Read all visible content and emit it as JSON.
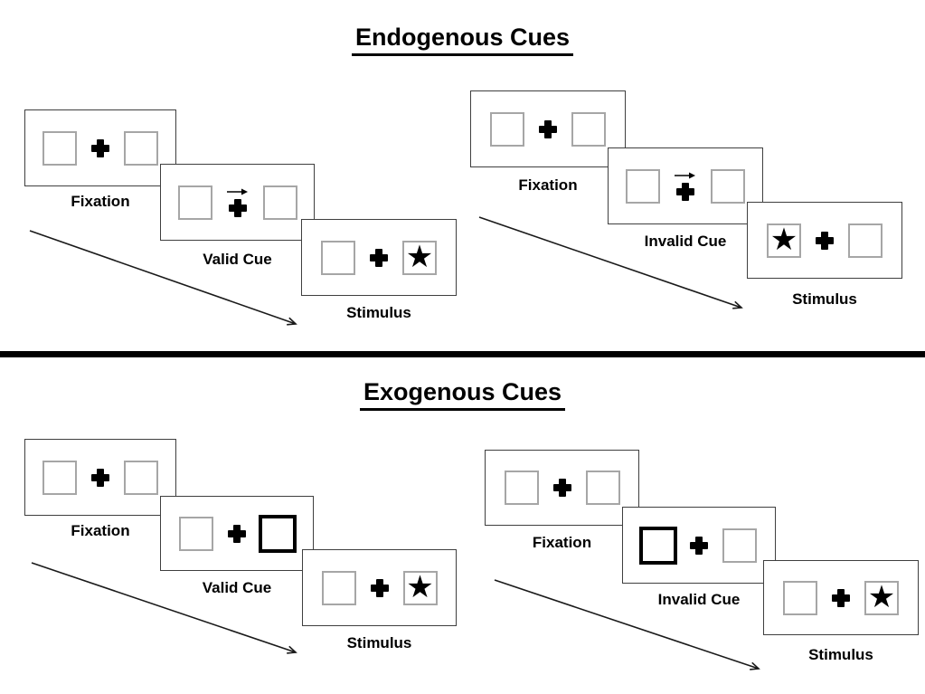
{
  "figure": {
    "kind": "attention-cueing-task-diagram",
    "divider": "horizontal-black-bar"
  },
  "icons": {
    "star": "★",
    "plus": "plus-cross",
    "cue_arrow": "right-arrow"
  },
  "colors": {
    "background": "#ffffff",
    "ink": "#000000",
    "panel_border": "#3f3f3f",
    "box_border": "#a6a6a6",
    "cue_box_border": "#000000",
    "divider": "#000000"
  },
  "sections": [
    {
      "title": "Endogenous Cues",
      "trials": [
        {
          "name": "endogenous-valid",
          "cue_type": "central-arrow",
          "cue_direction": "right",
          "stimulus_side": "right",
          "panels": [
            {
              "label": "Fixation",
              "left_box": "empty",
              "center": "plus",
              "right_box": "empty"
            },
            {
              "label": "Valid Cue",
              "left_box": "empty",
              "center": "plus-with-right-arrow-above",
              "right_box": "empty"
            },
            {
              "label": "Stimulus",
              "left_box": "empty",
              "center": "plus",
              "right_box": "star"
            }
          ]
        },
        {
          "name": "endogenous-invalid",
          "cue_type": "central-arrow",
          "cue_direction": "right",
          "stimulus_side": "left",
          "panels": [
            {
              "label": "Fixation",
              "left_box": "empty",
              "center": "plus",
              "right_box": "empty"
            },
            {
              "label": "Invalid Cue",
              "left_box": "empty",
              "center": "plus-with-right-arrow-above",
              "right_box": "empty"
            },
            {
              "label": "Stimulus",
              "left_box": "star",
              "center": "plus",
              "right_box": "empty"
            }
          ]
        }
      ]
    },
    {
      "title": "Exogenous Cues",
      "trials": [
        {
          "name": "exogenous-valid",
          "cue_type": "peripheral-box-highlight",
          "highlighted_box": "right",
          "stimulus_side": "right",
          "panels": [
            {
              "label": "Fixation",
              "left_box": "empty",
              "center": "plus",
              "right_box": "empty"
            },
            {
              "label": "Valid Cue",
              "left_box": "empty",
              "center": "plus",
              "right_box": "thick-outline"
            },
            {
              "label": "Stimulus",
              "left_box": "empty",
              "center": "plus",
              "right_box": "star"
            }
          ]
        },
        {
          "name": "exogenous-invalid",
          "cue_type": "peripheral-box-highlight",
          "highlighted_box": "left",
          "stimulus_side": "right",
          "panels": [
            {
              "label": "Fixation",
              "left_box": "empty",
              "center": "plus",
              "right_box": "empty"
            },
            {
              "label": "Invalid Cue",
              "left_box": "thick-outline",
              "center": "plus",
              "right_box": "empty"
            },
            {
              "label": "Stimulus",
              "left_box": "empty",
              "center": "plus",
              "right_box": "star"
            }
          ]
        }
      ]
    }
  ]
}
